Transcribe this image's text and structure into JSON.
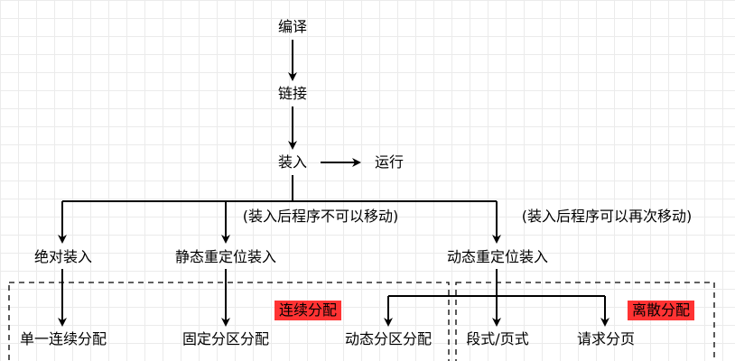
{
  "nodes": {
    "compile": "编译",
    "link": "链接",
    "load": "装入",
    "run": "运行",
    "absolute_load": "绝对装入",
    "static_reloc_load": "静态重定位装入",
    "dynamic_reloc_load": "动态重定位装入",
    "single_contiguous": "单一连续分配",
    "fixed_partition": "固定分区分配",
    "dynamic_partition": "动态分区分配",
    "segment_page": "段式/页式",
    "demand_paging": "请求分页"
  },
  "edge_labels": {
    "static_note": "(装入后程序不可以移动)",
    "dynamic_note": "(装入后程序可以再次移动)"
  },
  "group_labels": {
    "contiguous": "连续分配",
    "discrete": "离散分配"
  },
  "colors": {
    "highlight_fill": "#ff3333",
    "line": "#000000",
    "grid": "#ebebeb"
  }
}
